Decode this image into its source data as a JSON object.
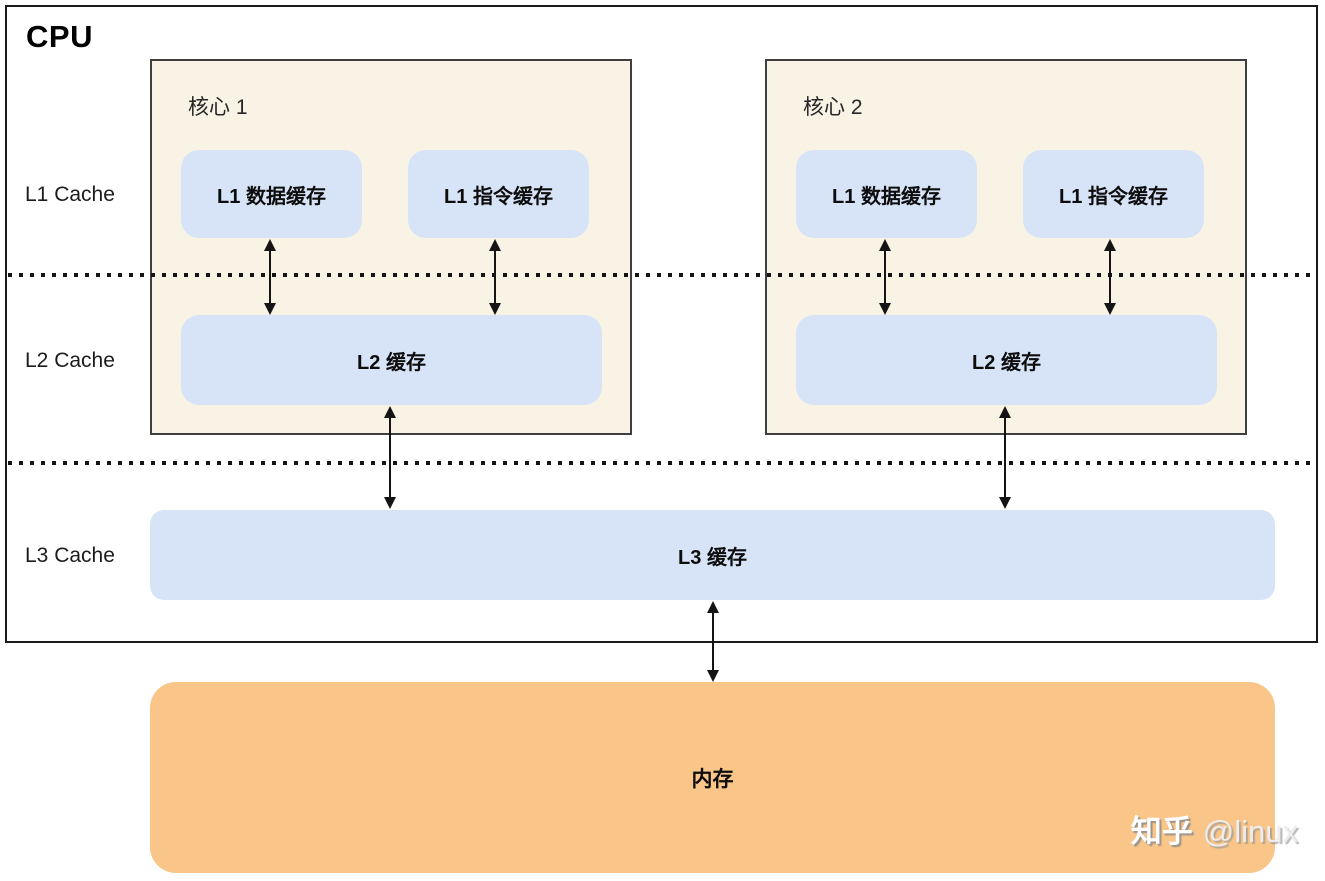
{
  "cpu": {
    "title": "CPU"
  },
  "row_labels": {
    "l1": "L1 Cache",
    "l2": "L2 Cache",
    "l3": "L3 Cache"
  },
  "cores": {
    "core1": {
      "title": "核心 1",
      "l1_data": "L1 数据缓存",
      "l1_instr": "L1 指令缓存",
      "l2": "L2 缓存"
    },
    "core2": {
      "title": "核心 2",
      "l1_data": "L1 数据缓存",
      "l1_instr": "L1 指令缓存",
      "l2": "L2 缓存"
    }
  },
  "l3": {
    "label": "L3 缓存"
  },
  "memory": {
    "label": "内存"
  },
  "watermark": {
    "brand": "知乎",
    "handle": "@linux"
  },
  "colors": {
    "core_bg": "#f8f3e5",
    "cache_bg": "#d7e4f7",
    "memory_bg": "#f9c588",
    "outer_border": "#1a1a1a",
    "core_border": "#3f3f3f",
    "line_color": "#141414"
  }
}
